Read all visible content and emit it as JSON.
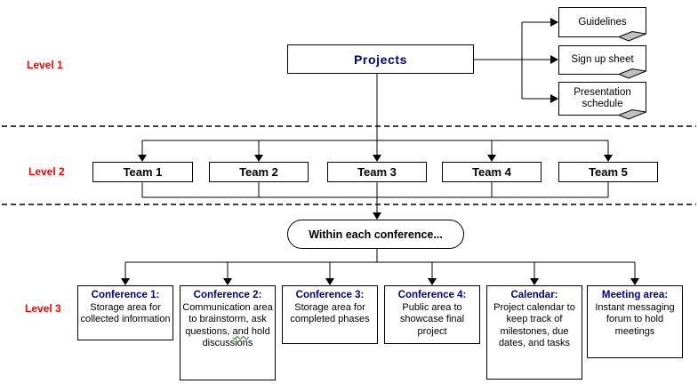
{
  "colors": {
    "title_text": "#000080",
    "level_label_text": "#ff0000",
    "line": "#000000",
    "box_fill": "#ffffff",
    "doc_fold_fill": "#c0c0c0",
    "squiggle": "#008000"
  },
  "levels": [
    {
      "label": "Level 1"
    },
    {
      "label": "Level 2"
    },
    {
      "label": "Level 3"
    }
  ],
  "root": {
    "label": "Projects"
  },
  "documents": [
    {
      "label": "Guidelines"
    },
    {
      "label": "Sign up sheet"
    },
    {
      "label": "Presentation schedule"
    }
  ],
  "teams": [
    {
      "label": "Team 1"
    },
    {
      "label": "Team 2"
    },
    {
      "label": "Team 3"
    },
    {
      "label": "Team 4"
    },
    {
      "label": "Team 5"
    }
  ],
  "connector_note": {
    "label": "Within each conference..."
  },
  "conferences": [
    {
      "title": "Conference 1:",
      "body": "Storage area for collected information"
    },
    {
      "title": "Conference 2:",
      "body_pre": "Communication area to brainstorm, ask questions, ",
      "body_marked": "and",
      "body_post": " hold discussions"
    },
    {
      "title": "Conference 3:",
      "body": "Storage area for completed phases"
    },
    {
      "title": "Conference 4:",
      "body": "Public area to showcase final project"
    },
    {
      "title": "Calendar:",
      "body": "Project calendar to keep track of milestones, due dates, and tasks"
    },
    {
      "title": "Meeting area:",
      "body": "Instant messaging forum to hold meetings"
    }
  ]
}
